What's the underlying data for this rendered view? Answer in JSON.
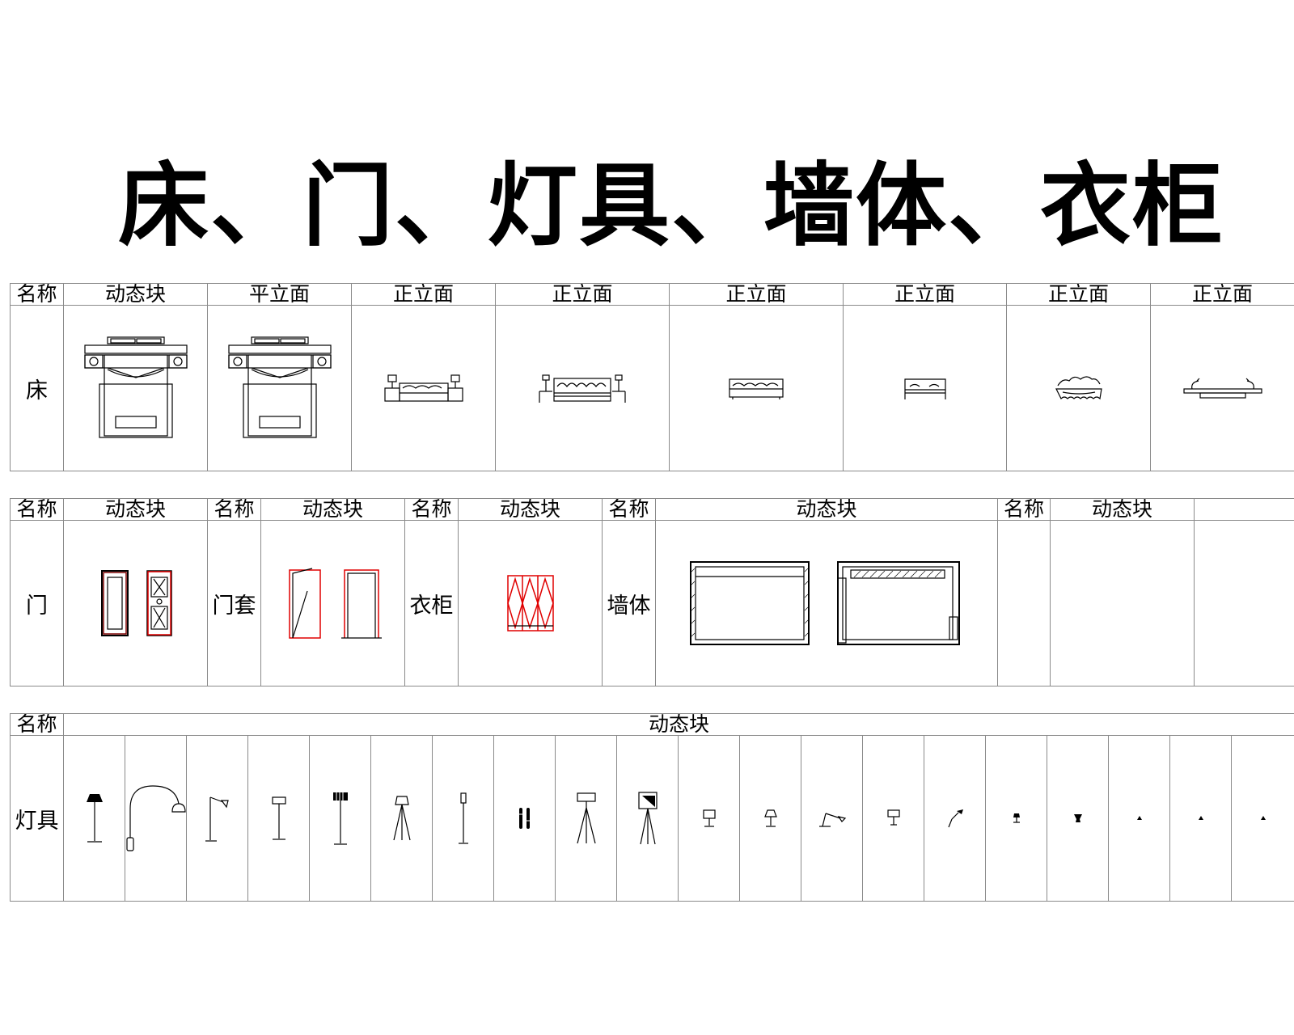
{
  "title": "床、门、灯具、墙体、衣柜",
  "bed_table": {
    "headers": [
      "名称",
      "动态块",
      "平立面",
      "正立面",
      "正立面",
      "正立面",
      "正立面",
      "正立面",
      "正立面"
    ],
    "row_name": "床"
  },
  "door_table": {
    "headers": [
      "名称",
      "动态块",
      "名称",
      "动态块",
      "名称",
      "动态块",
      "名称",
      "动态块",
      "名称",
      "动态块",
      ""
    ],
    "names": [
      "门",
      "门套",
      "衣柜",
      "墙体"
    ]
  },
  "lamp_table": {
    "headers": [
      "名称",
      "动态块"
    ],
    "row_name": "灯具"
  },
  "colors": {
    "line": "#000000",
    "grid": "#8a8a8a",
    "accent_red": "#e00000"
  }
}
